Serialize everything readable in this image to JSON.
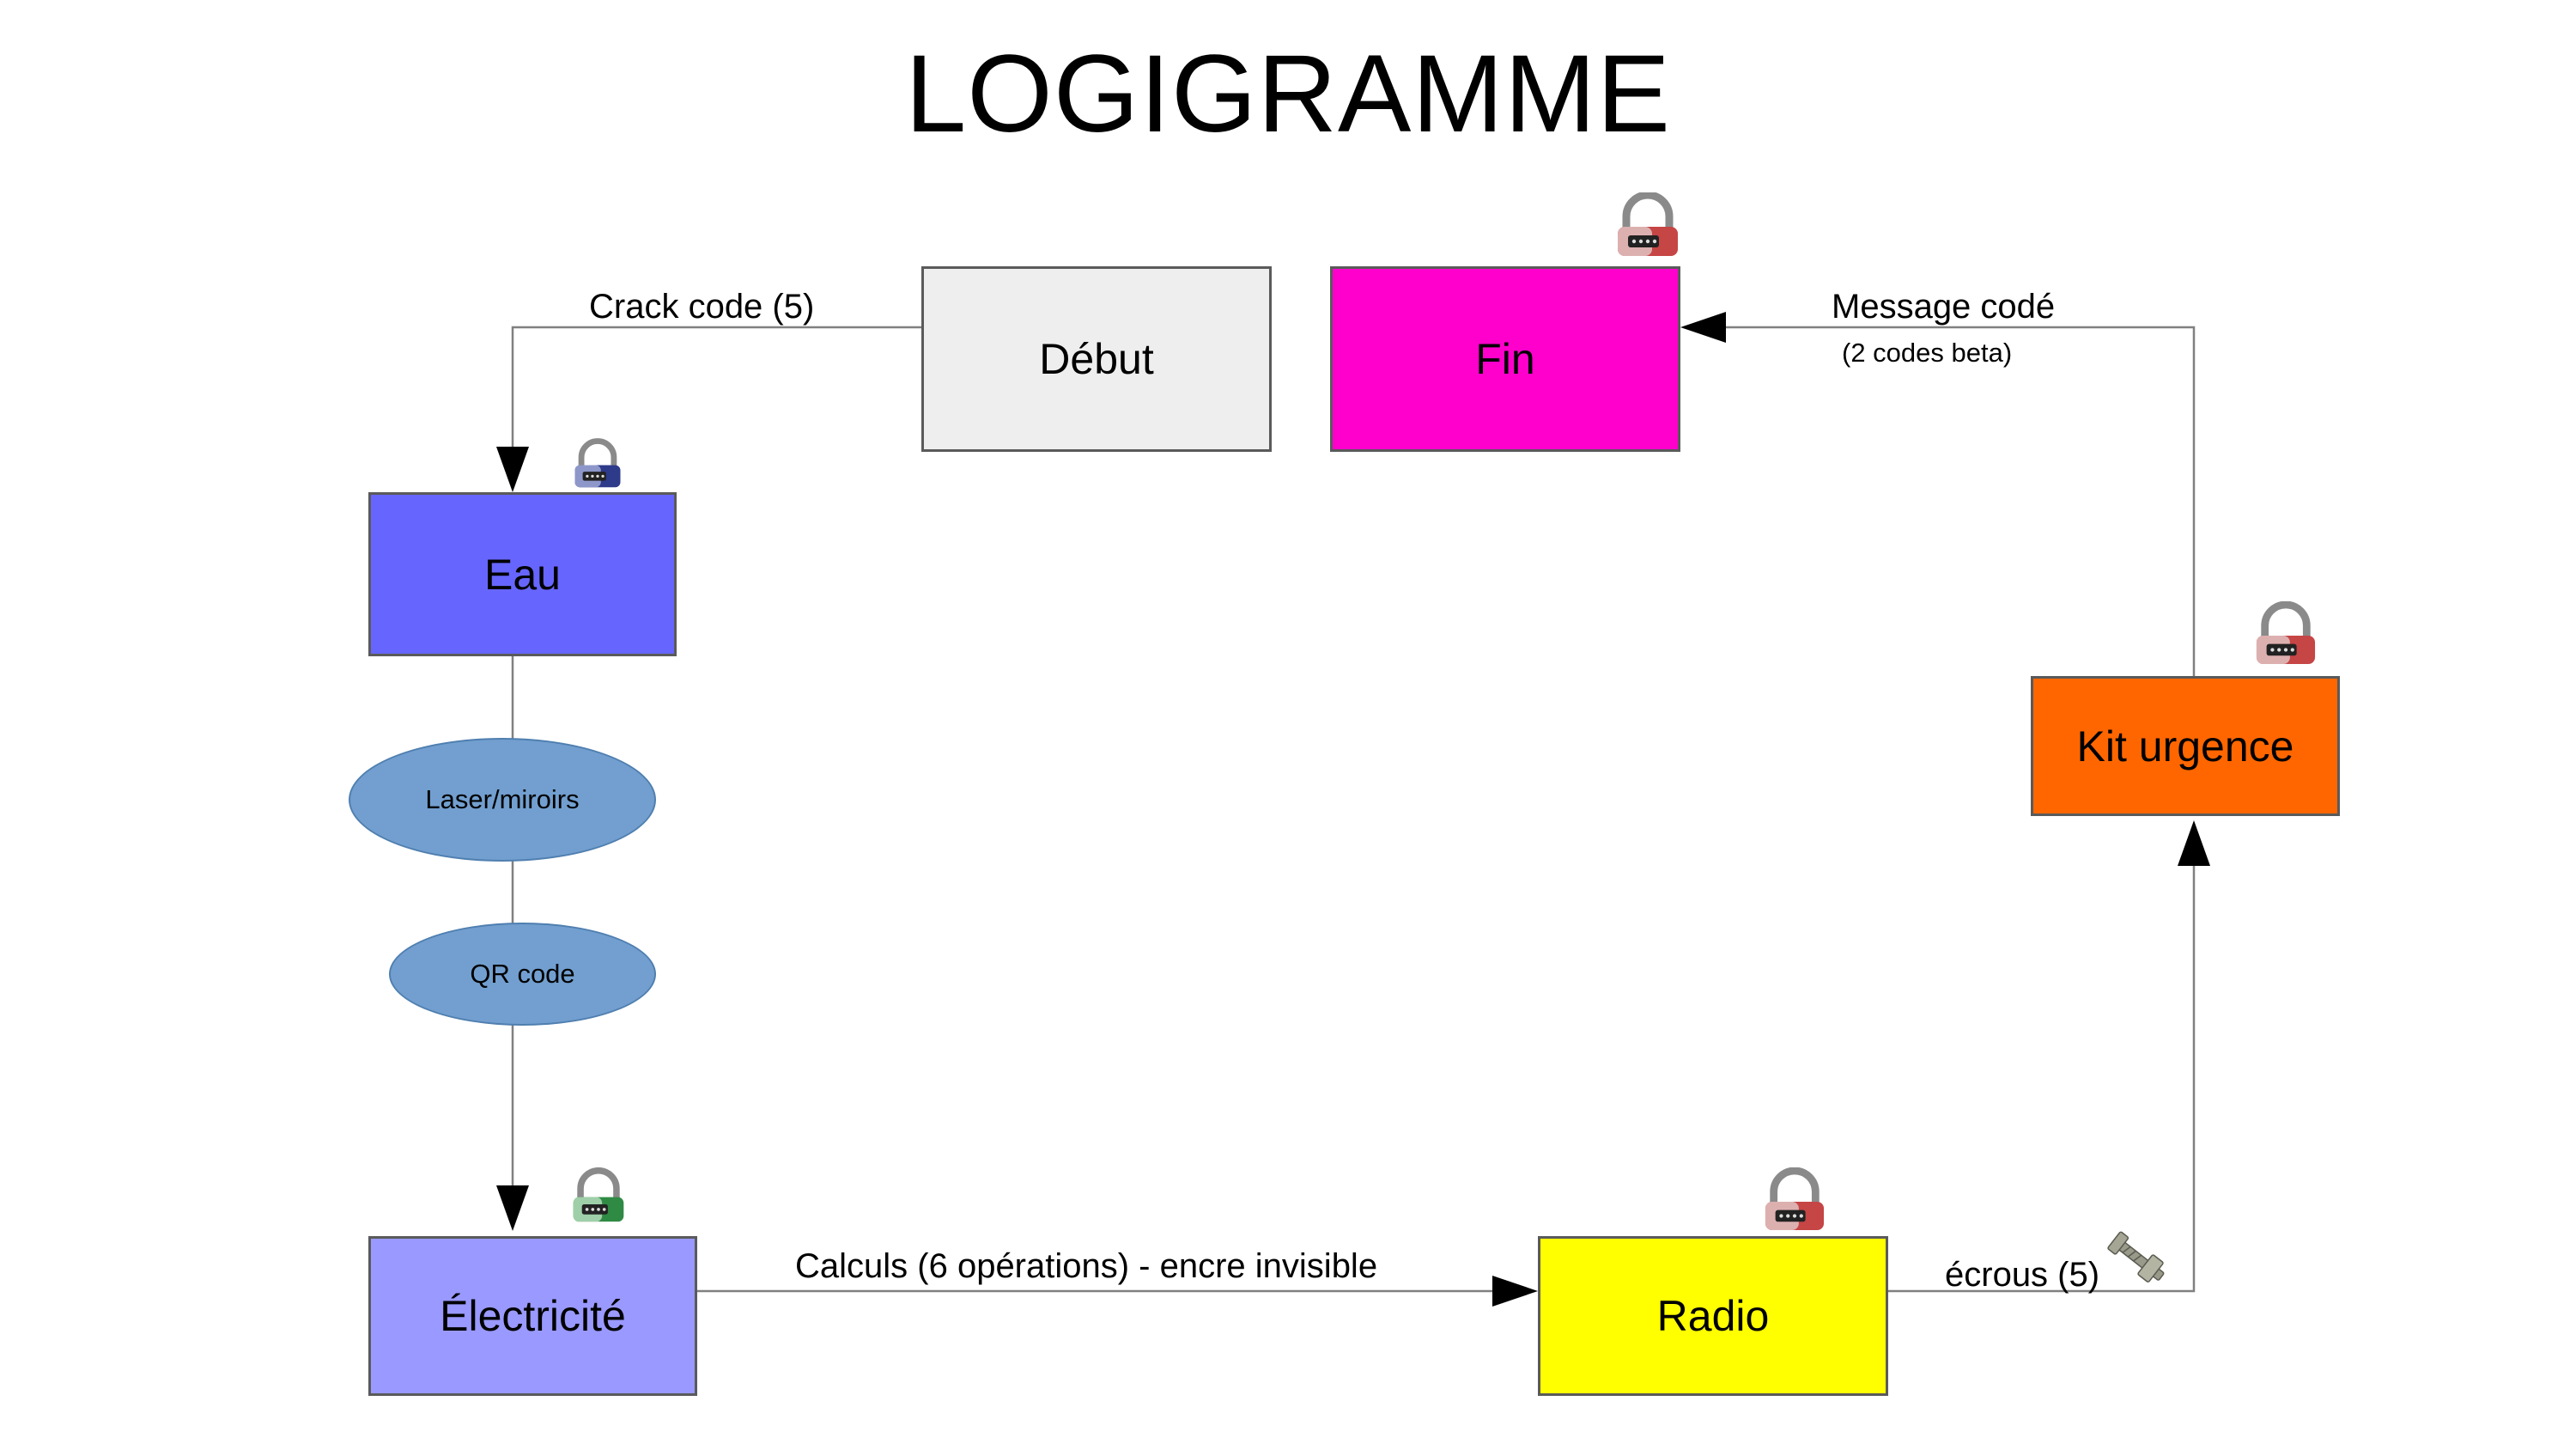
{
  "title": "LOGIGRAMME",
  "nodes": {
    "debut": {
      "label": "Début",
      "color": "#eeeeee"
    },
    "fin": {
      "label": "Fin",
      "color": "#ff00cc"
    },
    "eau": {
      "label": "Eau",
      "color": "#6666ff"
    },
    "electricite": {
      "label": "Électricité",
      "color": "#9999ff"
    },
    "radio": {
      "label": "Radio",
      "color": "#ffff00"
    },
    "kit": {
      "label": "Kit urgence",
      "color": "#ff6600"
    },
    "laser": {
      "label": "Laser/miroirs",
      "color": "#729fcf"
    },
    "qr": {
      "label": "QR code",
      "color": "#729fcf"
    }
  },
  "edges": {
    "crack": "Crack code (5)",
    "message": "Message codé",
    "message_sub": "(2 codes beta)",
    "calculs": "Calculs (6 opérations) - encre invisible",
    "ecrous": "écrous (5)"
  },
  "icons": {
    "lock_fin": "padlock-icon-red",
    "lock_eau": "padlock-icon-blue",
    "lock_kit": "padlock-icon-red",
    "lock_elec": "padlock-icon-green",
    "lock_radio": "padlock-icon-red",
    "bolt": "bolt-nut-icon"
  },
  "colors": {
    "line": "#808080",
    "arrow": "#000000"
  }
}
